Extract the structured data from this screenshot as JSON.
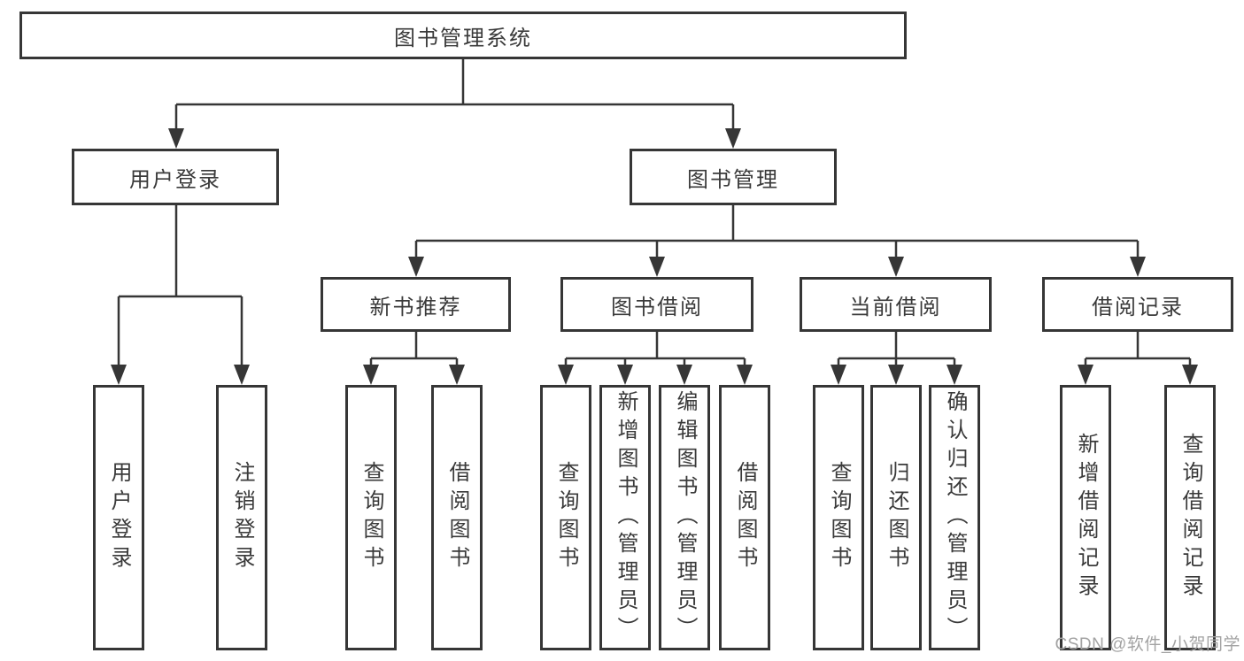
{
  "nodes": {
    "root": "图书管理系统",
    "user_login": "用户登录",
    "book_mgmt": "图书管理",
    "new_book_rec": "新书推荐",
    "book_borrow": "图书借阅",
    "current_borrow": "当前借阅",
    "borrow_records": "借阅记录",
    "leaves": {
      "user_login": [
        "用户登录",
        "注销登录"
      ],
      "new_book_rec": [
        "查询图书",
        "借阅图书"
      ],
      "book_borrow": [
        "查询图书",
        "新增图书（管理员）",
        "编辑图书（管理员）",
        "借阅图书"
      ],
      "current_borrow": [
        "查询图书",
        "归还图书",
        "确认归还（管理员）"
      ],
      "borrow_records": [
        "新增借阅记录",
        "查询借阅记录"
      ]
    }
  },
  "watermark": {
    "text": "CSDN @软件_小贺同学"
  },
  "colors": {
    "line": "#363636",
    "text": "#3a3a3a",
    "watermark": "#a3a3a3",
    "background": "#ffffff"
  }
}
